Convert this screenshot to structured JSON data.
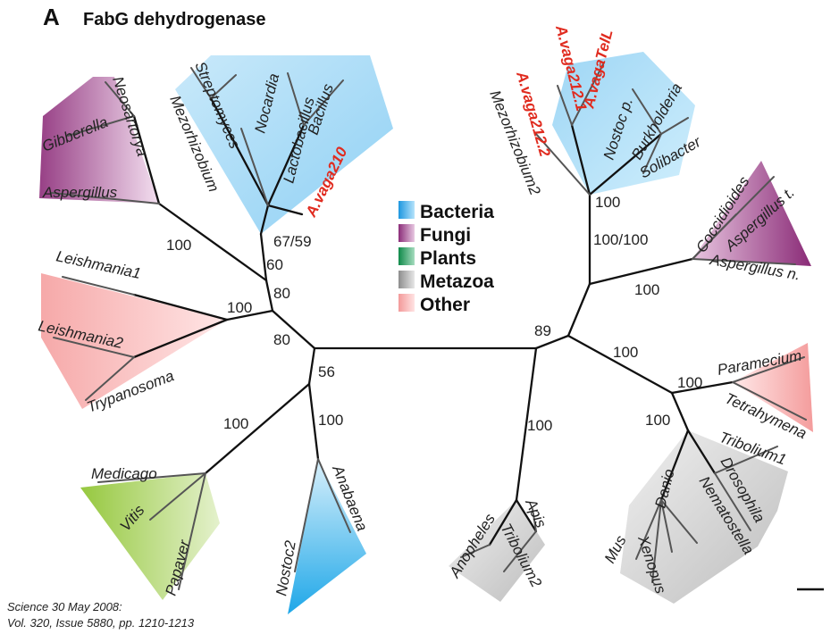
{
  "panel_letter": "A",
  "title": "FabG dehydrogenase",
  "legend": [
    {
      "label": "Bacteria",
      "color": "#3aa9e8"
    },
    {
      "label": "Fungi",
      "color": "#9b3b86"
    },
    {
      "label": "Plants",
      "color": "#1f9a58"
    },
    {
      "label": "Metazoa",
      "color": "#9a9a9a"
    },
    {
      "label": "Other",
      "color": "#f4a4a4"
    }
  ],
  "taxa": {
    "neosartorya": "Neosartorya",
    "gibberella": "Gibberella",
    "aspergillus": "Aspergillus",
    "streptomyces": "Streptomyces",
    "mezorhizobium": "Mezorhizobium",
    "nocardia": "Nocardia",
    "lactobacillus": "Lactobacillus",
    "bacillus": "Bacillus",
    "avaga210": "A.vaga210",
    "leishmania1": "Leishmania1",
    "leishmania2": "Leishmania2",
    "trypanosoma": "Trypanosoma",
    "medicago": "Medicago",
    "vitis": "Vitis",
    "papaver": "Papaver",
    "nostoc2": "Nostoc2",
    "anabaena": "Anabaena",
    "avaga2122": "A.vaga212.2",
    "avaga2121": "A.vaga212.1",
    "avagatell": "A.vagaTelL",
    "mezorhizobium2": "Mezorhizobium2",
    "nostocp": "Nostoc p.",
    "burkholderia": "Burkholderia",
    "solibacter": "Solibacter",
    "coccidioides": "Coccidioides",
    "aspergillust": "Aspergillus t.",
    "aspergillusn": "Aspergillus n.",
    "paramecium": "Paramecium",
    "tetrahymena": "Tetrahymena",
    "tribolium1": "Tribolium1",
    "drosophila": "Drosophila",
    "nematostella": "Nematostella",
    "danio": "Danio",
    "mus": "Mus",
    "xenopus": "Xenopus",
    "anopheles": "Anopheles",
    "apis": "Apis",
    "tribolium2": "Tribolium2"
  },
  "bootstrap": {
    "fungi_left": "100",
    "bacteria_left": "67/59",
    "n60": "60",
    "n80_upper": "80",
    "kinetoplastid": "100",
    "n80_lower": "80",
    "n56": "56",
    "plants": "100",
    "cyano": "100",
    "bacteria_right": "100",
    "n100_100": "100/100",
    "fungi_right": "100",
    "n89": "89",
    "n100_right": "100",
    "ciliates": "100",
    "metazoa_upper": "100",
    "insects": "100"
  },
  "citation": {
    "line1": "Science  30 May 2008:",
    "line2": "Vol. 320, Issue 5880, pp. 1210-1213"
  }
}
